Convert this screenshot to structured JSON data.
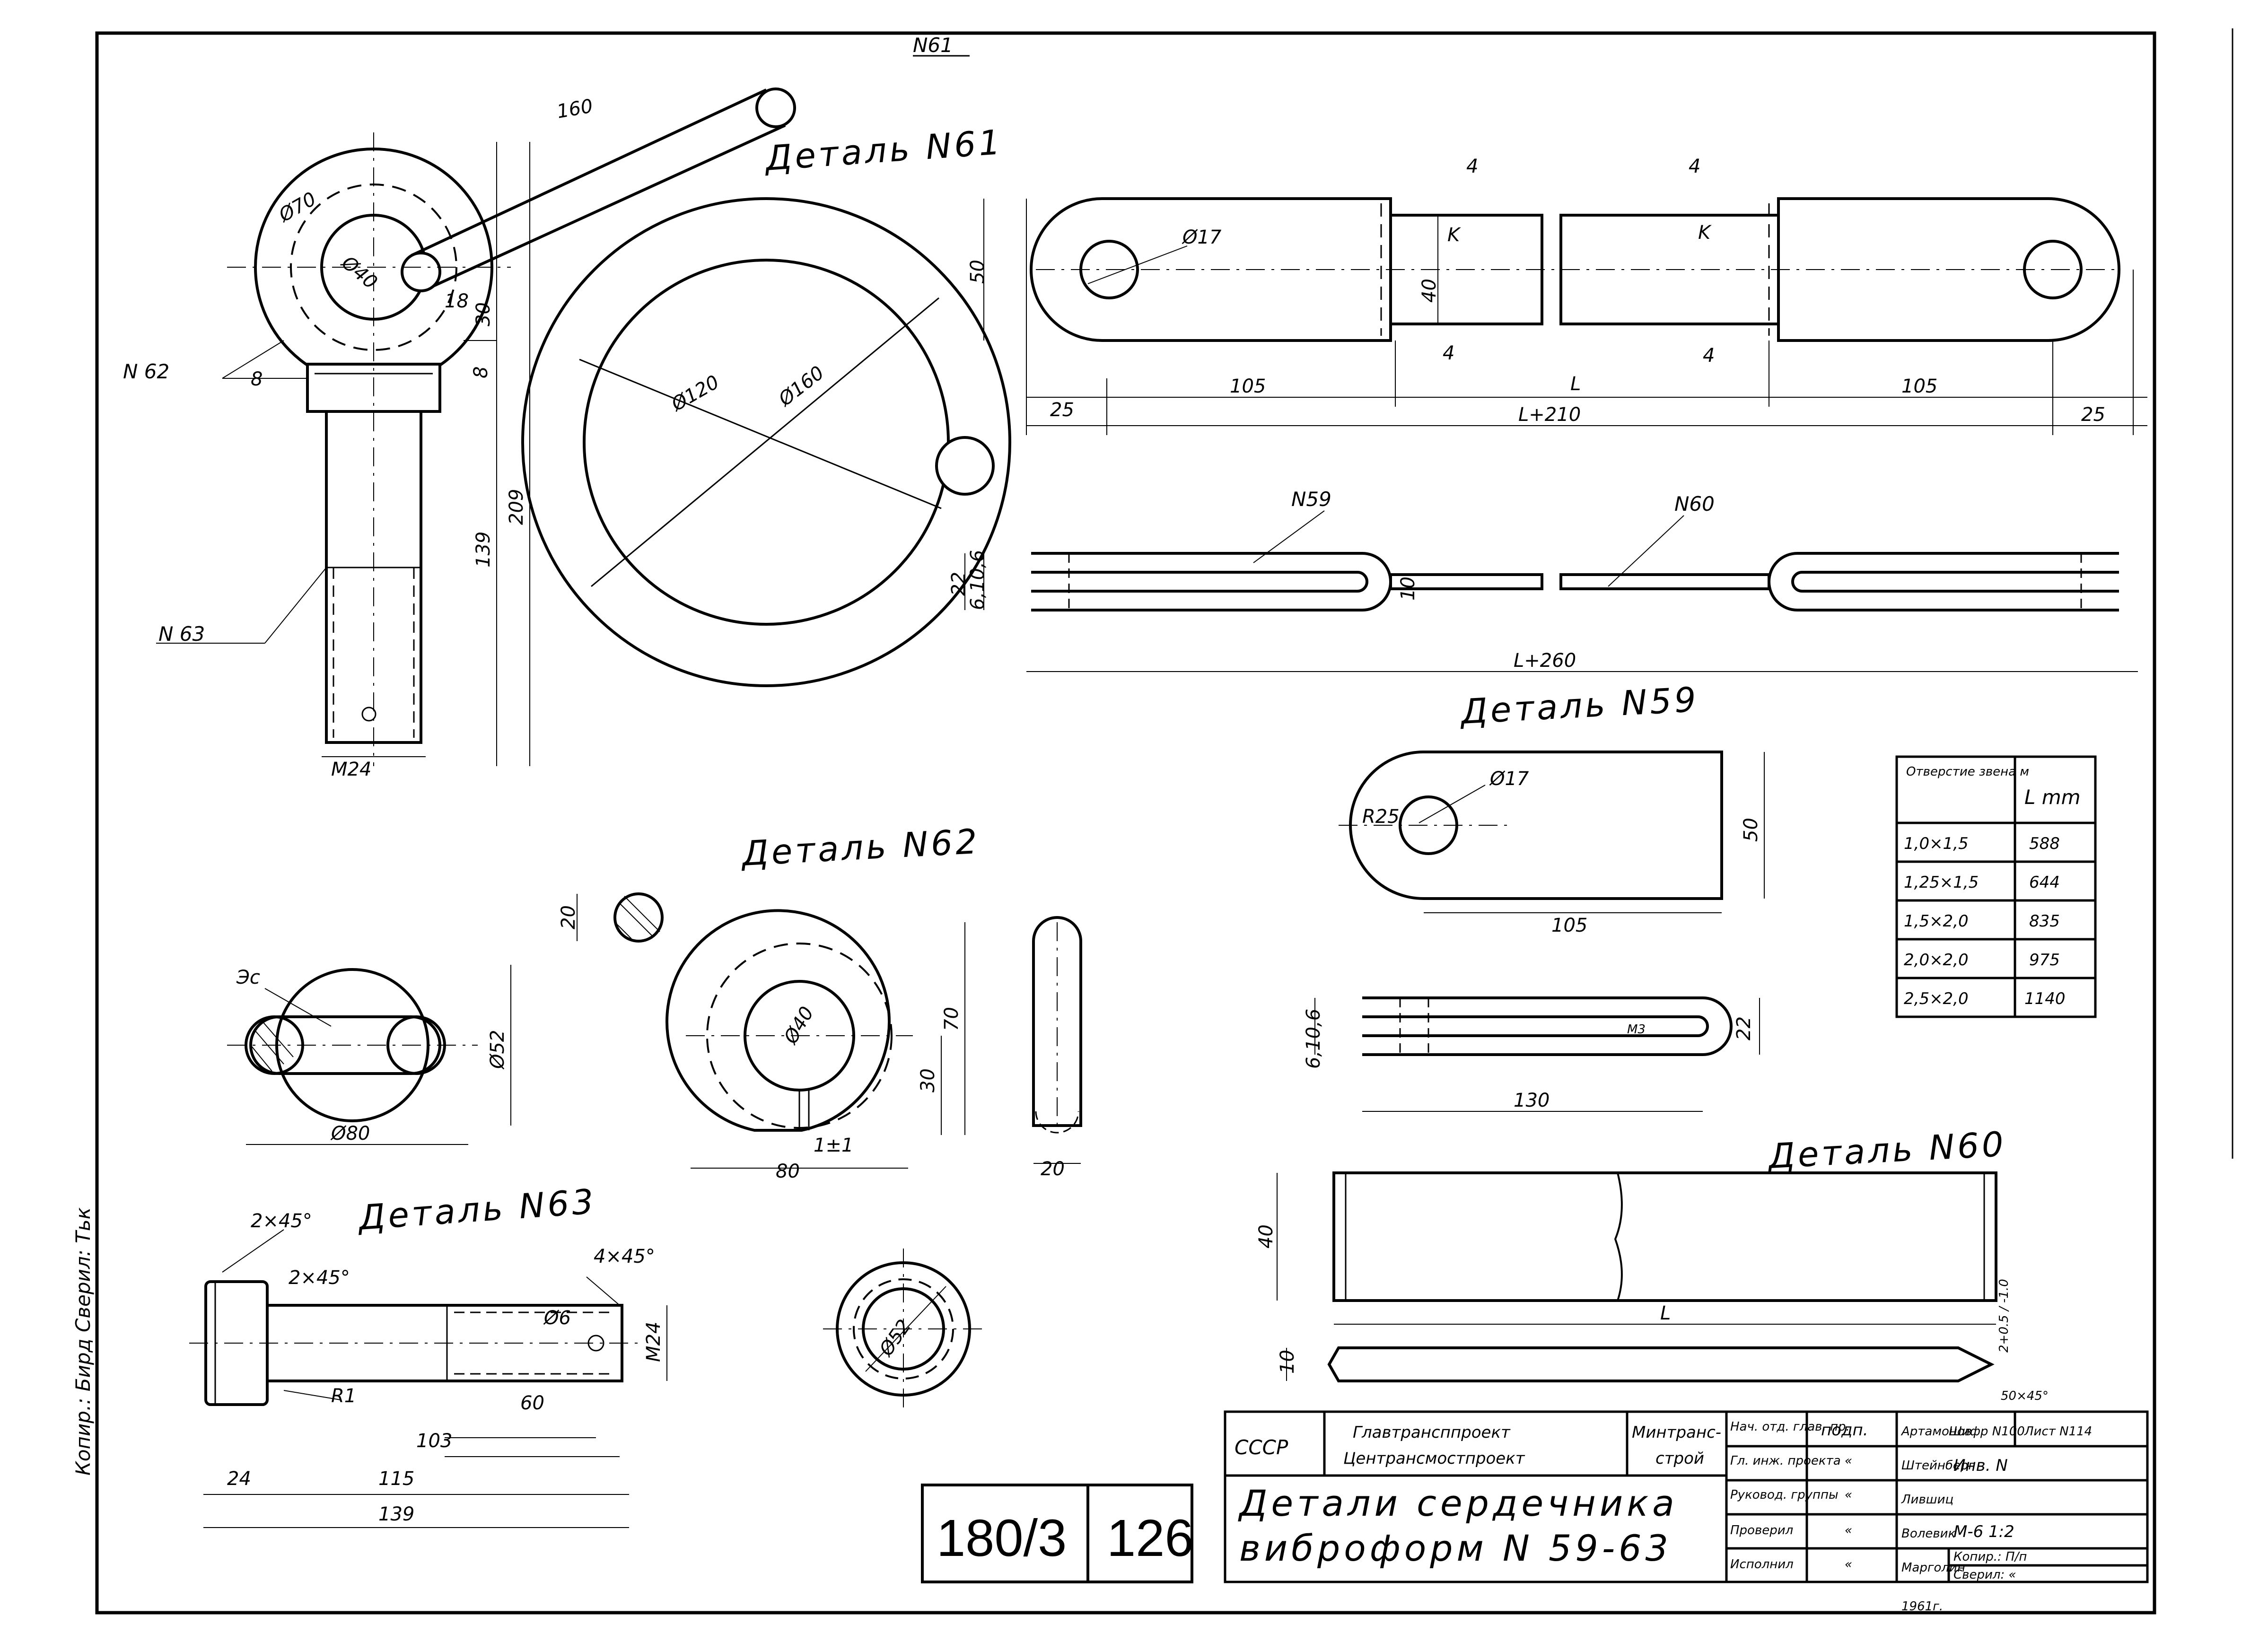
{
  "drawing": {
    "top_ref": "N61",
    "details": {
      "d61": "Деталь N61",
      "d59": "Деталь N59",
      "d62": "Деталь N62",
      "d63": "Деталь N63",
      "d60": "Деталь N60"
    },
    "callouts": {
      "n62": "N 62",
      "n63": "N 63",
      "n59": "N59",
      "n60": "N60",
      "ex": "Эс"
    },
    "dims": {
      "eye_160": "160",
      "eye_d70": "Ø70",
      "eye_d40": "Ø40",
      "eye_18": "18",
      "eye_30": "30",
      "eye_8a": "8",
      "eye_8b": "8",
      "eye_139": "139",
      "eye_209": "209",
      "eye_m24": "M24",
      "ring_d120": "Ø120",
      "ring_d160": "Ø160",
      "link_d17": "Ø17",
      "link_50": "50",
      "link_40": "40",
      "link_k1": "K",
      "link_k2": "K",
      "weld_4a": "4",
      "weld_4b": "4",
      "weld_4c": "4",
      "weld_4d": "4",
      "link_25a": "25",
      "link_105a": "105",
      "link_L": "L",
      "link_105b": "105",
      "link_25b": "25",
      "link_L210": "L+210",
      "side_22": "22",
      "side_6106": "6,10,6",
      "side_10": "10",
      "side_L260": "L+260",
      "d59_d17": "Ø17",
      "d59_r25": "R25",
      "d59_50": "50",
      "d59_105": "105",
      "d59s_6106": "6,10,6",
      "d59s_m3": "M3",
      "d59s_22": "22",
      "d59s_130": "130",
      "rod_20": "20",
      "d62_d52": "Ø52",
      "d62_d80": "Ø80",
      "d62_d40": "Ø40",
      "d62_70": "70",
      "d62_30": "30",
      "d62_80": "80",
      "d62_1": "1±1",
      "d62s_20": "20",
      "disc_d52": "Ø52",
      "d63_2x45a": "2×45°",
      "d63_2x45b": "2×45°",
      "d63_4x45": "4×45°",
      "d63_d6": "Ø6",
      "d63_m24": "M24",
      "d63_r1": "R1",
      "d63_103": "103",
      "d63_60": "60",
      "d63_24": "24",
      "d63_115": "115",
      "d63_139": "139",
      "d60_40": "40",
      "d60_L": "L",
      "d60_10": "10",
      "d60_tol": "2+0.5 / -1.0",
      "d60_ch": "50×45°"
    },
    "left_margin": "Копир.: Бирд  Сверил: Тьк"
  },
  "links_table": {
    "header_col1": "Отверстие звена м",
    "header_col2": "L mm",
    "rows": [
      {
        "size": "1,0×1,5",
        "L": "588"
      },
      {
        "size": "1,25×1,5",
        "L": "644"
      },
      {
        "size": "1,5×2,0",
        "L": "835"
      },
      {
        "size": "2,0×2,0",
        "L": "975"
      },
      {
        "size": "2,5×2,0",
        "L": "1140"
      }
    ]
  },
  "sheet_number": {
    "series": "180/3",
    "page": "126"
  },
  "title_block": {
    "country": "СССР",
    "org1": "Главтрансппроект",
    "org2": "Центрансмостпроект",
    "ministry": "Минтранс-",
    "ministry2": "строй",
    "title_line1": "Детали сердечника",
    "title_line2": "виброформ N 59-63",
    "roles": [
      "Нач. отд. глав. пр.",
      "Гл. инж. проекта",
      "Руковод. группы",
      "Проверил",
      "Исполнил"
    ],
    "sign_head": "подп.",
    "signs": [
      "",
      "«",
      "«",
      "«",
      "«"
    ],
    "names": [
      "Артамонов",
      "Штейнберг",
      "Лившиц",
      "Волевик",
      "Марголин"
    ],
    "shifr_label": "Шифр N100",
    "sheet_label": "Лист N114",
    "inv": "Инв. N",
    "scale": "М-6  1:2",
    "year": "1961г.",
    "copied": "Копир.: П/п",
    "checked": "Сверил: «"
  }
}
